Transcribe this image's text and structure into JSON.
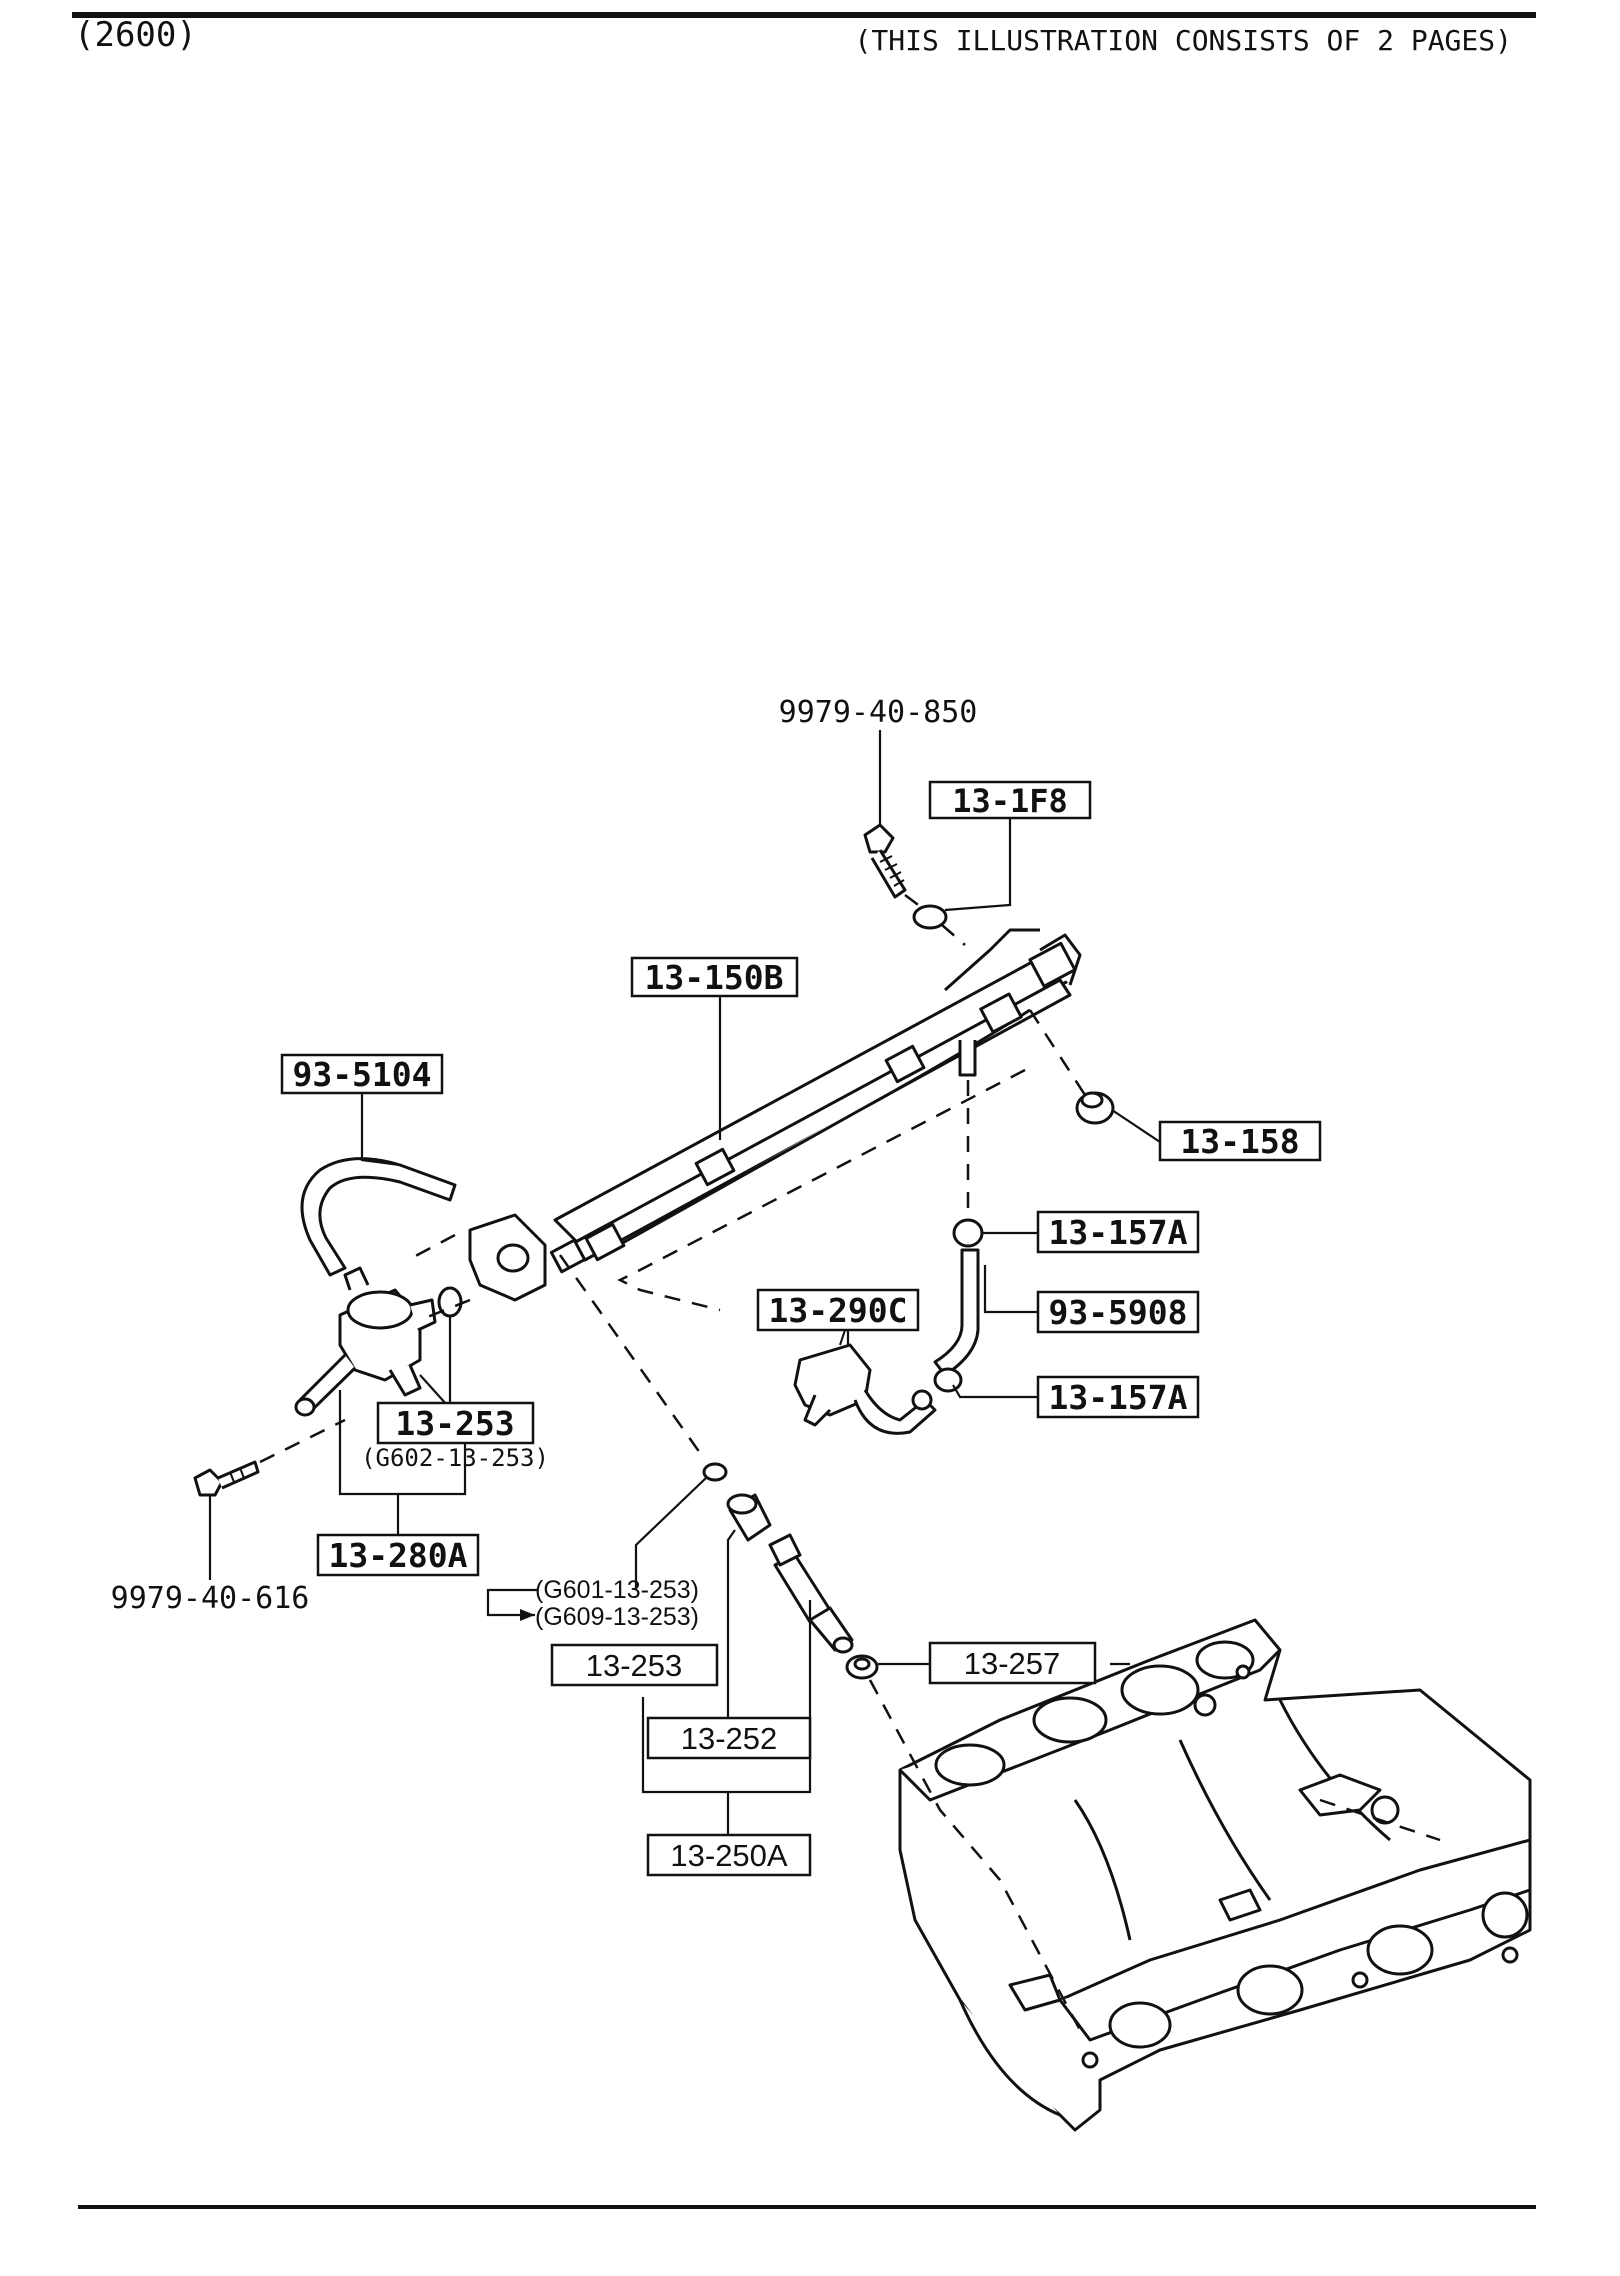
{
  "header": {
    "code": "(2600)",
    "note": "(THIS ILLUSTRATION CONSISTS OF  2 PAGES)"
  },
  "labels": {
    "bolt_top": "9979-40-850",
    "washer_top": "13-1F8",
    "fuel_rail": "13-150B",
    "hose_left": "93-5104",
    "cap": "13-158",
    "clamp_upper": "13-157A",
    "valve": "13-290C",
    "hose_right": "93-5908",
    "clamp_lower": "13-157A",
    "oring_regulator": "13-253",
    "oring_regulator_alt": "(G602-13-253)",
    "regulator_assy": "13-280A",
    "bolt_left": "9979-40-616",
    "oring_injector_alt1": "(G601-13-253)",
    "oring_injector_alt2": "(G609-13-253)",
    "oring_injector": "13-253",
    "injector_cushion": "13-252",
    "injector_assy": "13-250A",
    "insulator": "13-257"
  }
}
